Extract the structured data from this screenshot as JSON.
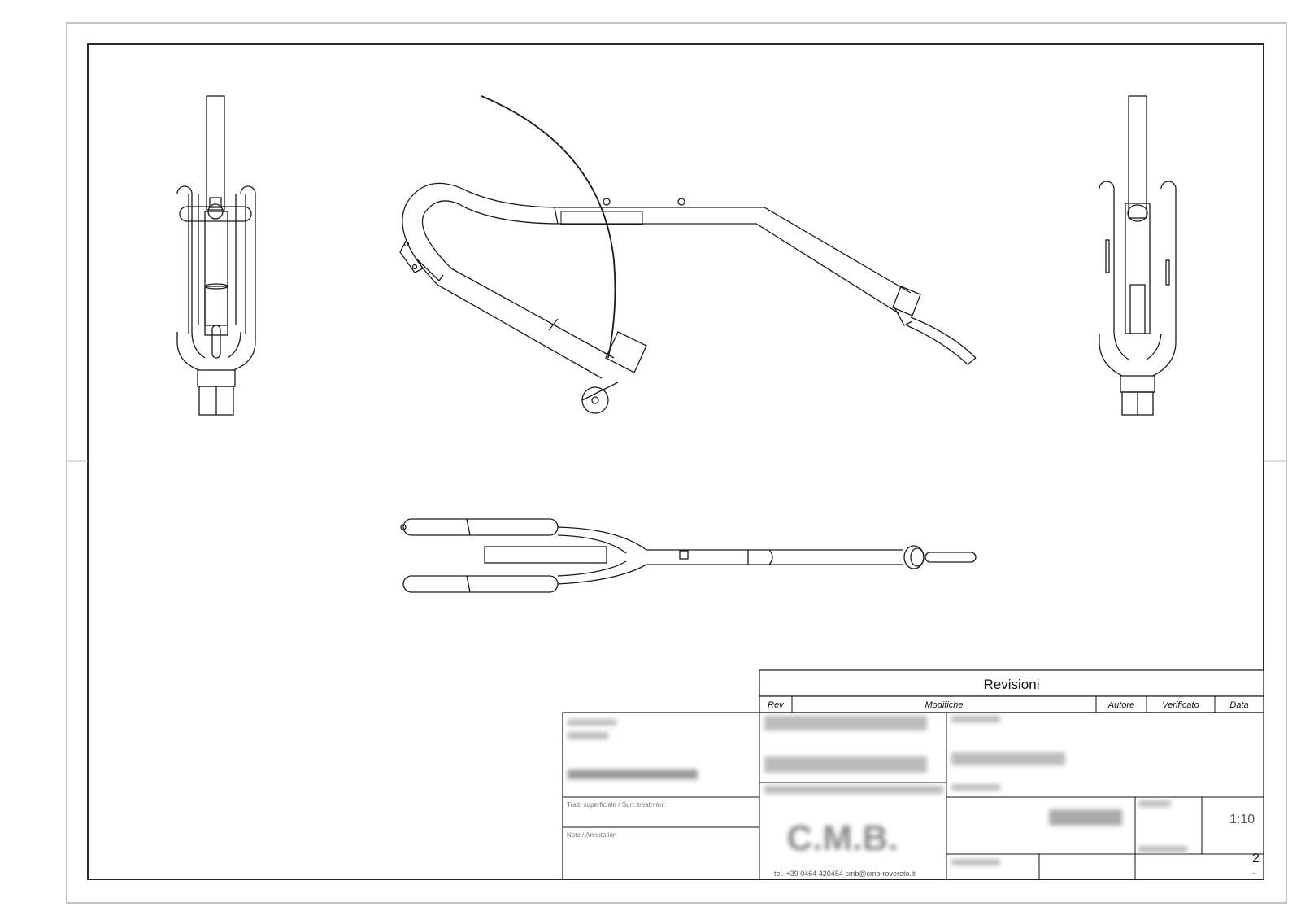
{
  "revisions": {
    "title": "Revisioni",
    "columns": [
      "Rev",
      "Modifiche",
      "Autore",
      "Verificato",
      "Data"
    ]
  },
  "title_block": {
    "scale_value": "1:10",
    "sheet_number": "2",
    "sheet_dash": "-",
    "notes_label": "Note / Annotation",
    "surface_label": "Tratt. superficiale / Surf. treatment",
    "logo_text": "C.M.B.",
    "contact_line": "tel. +39 0464 420454  cmb@cmb-rovereto.it"
  },
  "colors": {
    "line": "#1a1a1a",
    "paper": "#ffffff",
    "border": "#9a9a9a"
  }
}
